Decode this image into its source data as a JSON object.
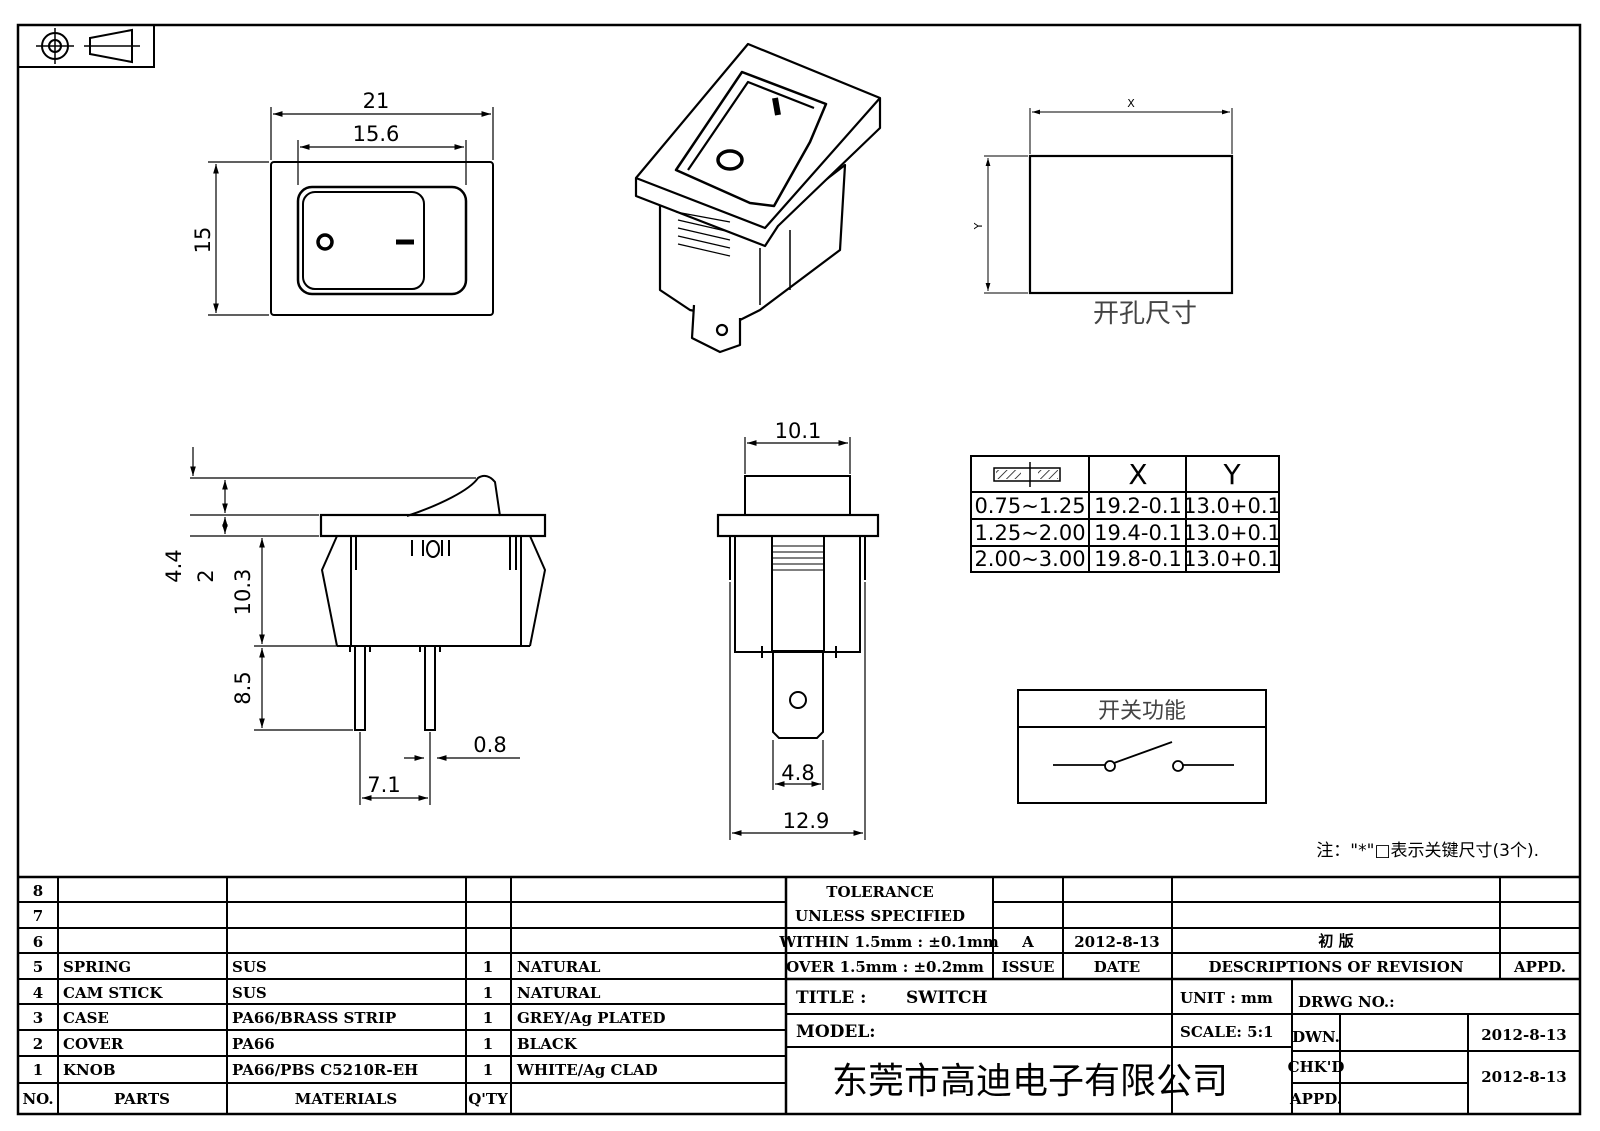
{
  "drawing": {
    "top_view": {
      "width_outer": "21",
      "width_inner": "15.6",
      "height": "15",
      "symbol_off": "O",
      "symbol_on": "I"
    },
    "side_view": {
      "dims": [
        "4.4",
        "2",
        "10.3",
        "8.5",
        "7.1",
        "0.8"
      ]
    },
    "front_view": {
      "dims": [
        "10.1",
        "4.8",
        "12.9"
      ]
    },
    "cutout": {
      "title": "开孔尺寸",
      "x_label": "X",
      "y_label": "Y"
    },
    "thickness_table": {
      "headers": [
        "",
        "X",
        "Y"
      ],
      "rows": [
        [
          "0.75~1.25",
          "19.2-0.1",
          "13.0+0.1"
        ],
        [
          "1.25~2.00",
          "19.4-0.1",
          "13.0+0.1"
        ],
        [
          "2.00~3.00",
          "19.8-0.1",
          "13.0+0.1"
        ]
      ]
    },
    "switch_function": {
      "title": "开关功能"
    },
    "note": "注：\"*\"□表示关键尺寸(3个)."
  },
  "bom": {
    "headers": {
      "no": "NO.",
      "parts": "PARTS",
      "materials": "MATERIALS",
      "qty": "Q'TY"
    },
    "rows": [
      {
        "no": "8",
        "part": "",
        "material": "",
        "qty": "",
        "finish": ""
      },
      {
        "no": "7",
        "part": "",
        "material": "",
        "qty": "",
        "finish": ""
      },
      {
        "no": "6",
        "part": "",
        "material": "",
        "qty": "",
        "finish": ""
      },
      {
        "no": "5",
        "part": "SPRING",
        "material": "SUS",
        "qty": "1",
        "finish": "NATURAL"
      },
      {
        "no": "4",
        "part": "CAM STICK",
        "material": "SUS",
        "qty": "1",
        "finish": "NATURAL"
      },
      {
        "no": "3",
        "part": "CASE",
        "material": "PA66/BRASS STRIP",
        "qty": "1",
        "finish": "GREY/Ag PLATED"
      },
      {
        "no": "2",
        "part": "COVER",
        "material": "PA66",
        "qty": "1",
        "finish": "BLACK"
      },
      {
        "no": "1",
        "part": "KNOB",
        "material": "PA66/PBS C5210R-EH",
        "qty": "1",
        "finish": "WHITE/Ag CLAD"
      }
    ]
  },
  "title_block": {
    "tolerance_1": "TOLERANCE",
    "tolerance_2": "UNLESS  SPECIFIED",
    "within": "WITHIN 1.5mm : ±0.1mm",
    "over": "OVER 1.5mm : ±0.2mm",
    "issue_value": "A",
    "date_value": "2012-8-13",
    "revision_value": "初  版",
    "issue_label": "ISSUE",
    "date_label": "DATE",
    "desc_label": "DESCRIPTIONS OF REVISION",
    "appd_label": "APPD.",
    "title_label": "TITLE :",
    "title_value": "SWITCH",
    "unit": "UNIT :  mm",
    "drwg_no": "DRWG NO.:",
    "model": "MODEL:",
    "scale": "SCALE:  5:1",
    "dwn_label": "DWN.",
    "dwn_date": "2012-8-13",
    "chkd_label": "CHK'D",
    "chkd_date": "2012-8-13",
    "appd2_label": "APPD.",
    "company": "东莞市高迪电子有限公司"
  }
}
